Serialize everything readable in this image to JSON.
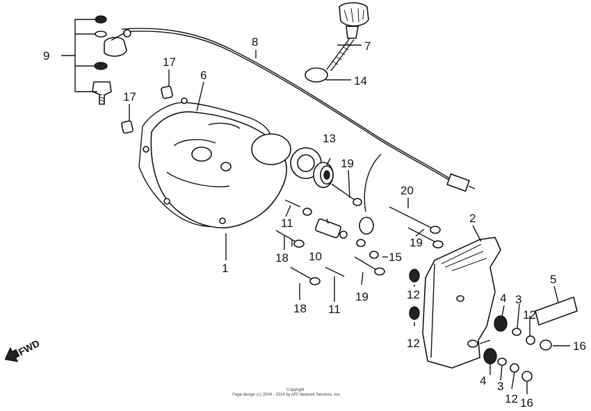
{
  "diagram": {
    "callouts": [
      {
        "id": "p1",
        "label": "1"
      },
      {
        "id": "p2",
        "label": "2"
      },
      {
        "id": "p3a",
        "label": "3"
      },
      {
        "id": "p3b",
        "label": "3"
      },
      {
        "id": "p4a",
        "label": "4"
      },
      {
        "id": "p4b",
        "label": "4"
      },
      {
        "id": "p5",
        "label": "5"
      },
      {
        "id": "p6",
        "label": "6"
      },
      {
        "id": "p7",
        "label": "7"
      },
      {
        "id": "p8",
        "label": "8"
      },
      {
        "id": "p9",
        "label": "9"
      },
      {
        "id": "p10",
        "label": "10"
      },
      {
        "id": "p11a",
        "label": "11"
      },
      {
        "id": "p11b",
        "label": "11"
      },
      {
        "id": "p12a",
        "label": "12"
      },
      {
        "id": "p12b",
        "label": "12"
      },
      {
        "id": "p12c",
        "label": "12"
      },
      {
        "id": "p12d",
        "label": "12"
      },
      {
        "id": "p13",
        "label": "13"
      },
      {
        "id": "p14",
        "label": "14"
      },
      {
        "id": "p15",
        "label": "15"
      },
      {
        "id": "p16a",
        "label": "16"
      },
      {
        "id": "p16b",
        "label": "16"
      },
      {
        "id": "p17a",
        "label": "17"
      },
      {
        "id": "p17b",
        "label": "17"
      },
      {
        "id": "p18a",
        "label": "18"
      },
      {
        "id": "p18b",
        "label": "18"
      },
      {
        "id": "p19a",
        "label": "19"
      },
      {
        "id": "p19b",
        "label": "19"
      },
      {
        "id": "p19c",
        "label": "19"
      },
      {
        "id": "p20",
        "label": "20"
      }
    ],
    "fwd_label": "FWD",
    "copyright_line1": "Copyright",
    "copyright_line2": "Page design (c) 2004 - 2014 by ARI Network Services, Inc."
  }
}
